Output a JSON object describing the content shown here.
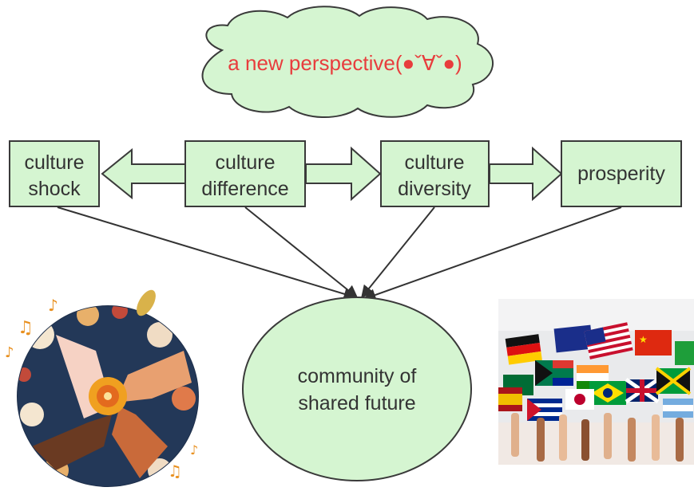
{
  "cloud": {
    "text": "a new  perspective(●ˇ∀ˇ●)"
  },
  "boxes": {
    "culture_shock": {
      "line1": "culture",
      "line2": "shock"
    },
    "culture_difference": {
      "line1": "culture",
      "line2": "difference"
    },
    "culture_diversity": {
      "line1": "culture",
      "line2": "diversity"
    },
    "prosperity": {
      "line1": "prosperity"
    }
  },
  "center": {
    "line1": "community of",
    "line2": "shared future"
  },
  "colors": {
    "node_fill": "#d5f5d1",
    "node_stroke": "#3a3a3a",
    "cloud_text": "#e83d3d",
    "arrow_line": "#333333"
  },
  "images": {
    "left": "hands-circle-illustration",
    "right": "world-flags-photo"
  }
}
